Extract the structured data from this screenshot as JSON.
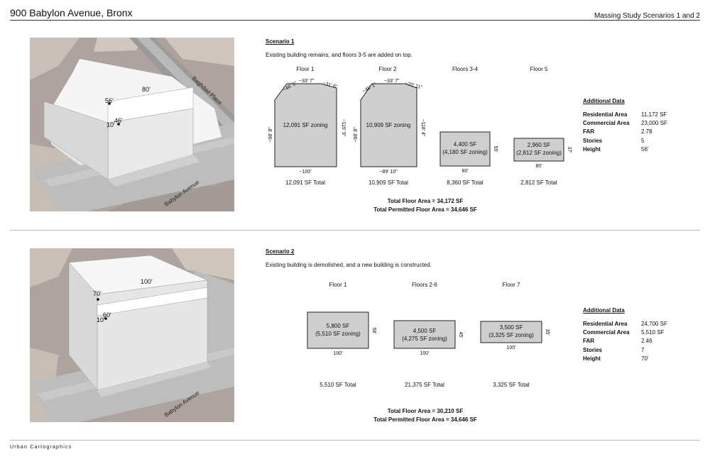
{
  "header": {
    "title": "900 Babylon Avenue, Bronx",
    "subtitle": "Massing Study Scenarios 1 and 2"
  },
  "footer": {
    "credit": "Urban Cartographics"
  },
  "colors": {
    "floor_fill": "#cfcfcf",
    "map_ground": "#aea39e",
    "massing_face": "#f0f0f0"
  },
  "scenario1": {
    "title": "Scenario 1",
    "description": "Existing building remains, and floors 3-5 are added on top.",
    "massing": {
      "street_a": "Baghdad Place",
      "street_b": "Babylon Avenue",
      "dims": [
        "80'",
        "56'",
        "46'",
        "10'"
      ]
    },
    "floors": [
      {
        "name": "Floor 1",
        "area": "12,091 SF zoning",
        "total": "12,091 SF Total",
        "dims": {
          "top_left": "~46' 1\"",
          "top_mid": "~33' 7\"",
          "top_right": "~31' 6\"",
          "left": "~98' 8\"",
          "right": "~115' 9\"",
          "bottom": "~100'"
        }
      },
      {
        "name": "Floor 2",
        "area": "10,909 SF zoning",
        "total": "10,909 SF Total",
        "dims": {
          "top_left": "~46' 1\"",
          "top_mid": "~33' 7\"",
          "top_right": "~20' 11\"",
          "left": "~98' 8\"",
          "right": "~118' 4\"",
          "bottom": "~89' 10\""
        }
      },
      {
        "name": "Floors 3-4",
        "area": "4,400 SF",
        "zoning": "(4,180 SF zoning)",
        "width": "80'",
        "depth": "55'",
        "total": "8,360 SF Total"
      },
      {
        "name": "Floor 5",
        "area": "2,960 SF",
        "zoning": "(2,812 SF zoning)",
        "width": "80'",
        "depth": "37'",
        "total": "2,812 SF Total"
      }
    ],
    "total_floor_area": "Total Floor Area = 34,172 SF",
    "total_permitted": "Total Permitted Floor Area = 34,646 SF",
    "additional": {
      "title": "Additional Data",
      "rows": [
        {
          "label": "Residential Area",
          "value": "11,172 SF"
        },
        {
          "label": "Commercial Area",
          "value": "23,000 SF"
        },
        {
          "label": "FAR",
          "value": "2.78"
        },
        {
          "label": "Stories",
          "value": "5"
        },
        {
          "label": "Height",
          "value": "56'"
        }
      ]
    }
  },
  "scenario2": {
    "title": "Scenario 2",
    "description": "Existing building is demolished, and a new building is constructed.",
    "massing": {
      "street_b": "Babylon Avenue",
      "dims": [
        "100'",
        "70'",
        "60'",
        "10'"
      ]
    },
    "floors": [
      {
        "name": "Floor 1",
        "area": "5,800 SF",
        "zoning": "(5,510 SF zoning)",
        "width": "100'",
        "depth": "58'",
        "total": "5,510 SF Total"
      },
      {
        "name": "Floors 2-6",
        "area": "4,500 SF",
        "zoning": "(4,275 SF zoning)",
        "width": "100'",
        "depth": "45'",
        "total": "21,375 SF Total"
      },
      {
        "name": "Floor 7",
        "area": "3,500 SF",
        "zoning": "(3,325 SF zoning)",
        "width": "100'",
        "depth": "35'",
        "total": "3,325 SF Total"
      }
    ],
    "total_floor_area": "Total Floor Area = 30,210 SF",
    "total_permitted": "Total Permitted Floor Area = 34,646 SF",
    "additional": {
      "title": "Additional Data",
      "rows": [
        {
          "label": "Residential Area",
          "value": "24,700 SF"
        },
        {
          "label": "Commercial Area",
          "value": "5,510 SF"
        },
        {
          "label": "FAR",
          "value": "2.46"
        },
        {
          "label": "Stories",
          "value": "7"
        },
        {
          "label": "Height",
          "value": "70'"
        }
      ]
    }
  }
}
